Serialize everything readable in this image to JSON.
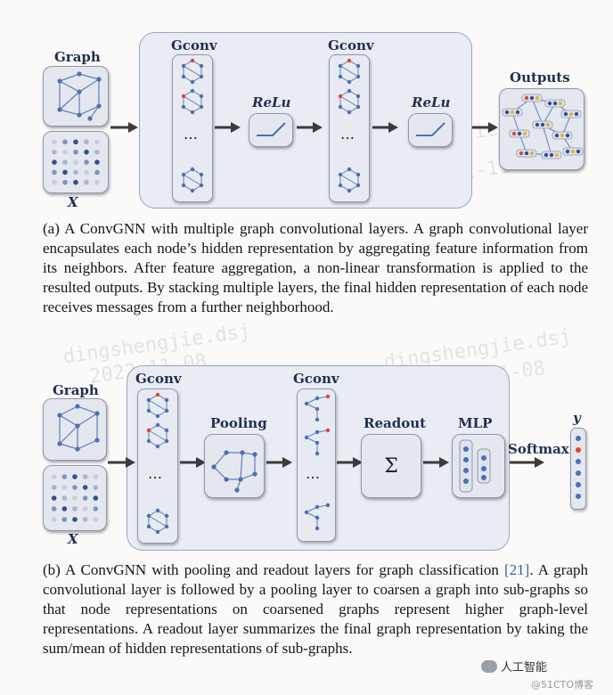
{
  "diagram_a": {
    "graph_label": "Graph",
    "x_label": "X",
    "gconv1_label": "Gconv",
    "relu1_label": "ReLu",
    "gconv2_label": "Gconv",
    "relu2_label": "ReLu",
    "outputs_label": "Outputs",
    "ellipsis": "…"
  },
  "caption_a": {
    "text": "(a) A ConvGNN with multiple graph convolutional layers. A graph convolutional layer encapsulates each node’s hidden representation by aggregating feature information from its neighbors. After feature aggregation, a non-linear transformation is applied to the resulted outputs. By stacking multiple layers, the final hidden representation of each node receives messages from a further neighborhood."
  },
  "diagram_b": {
    "graph_label": "Graph",
    "x_label": "X",
    "gconv1_label": "Gconv",
    "pooling_label": "Pooling",
    "gconv2_label": "Gconv",
    "readout_label": "Readout",
    "readout_symbol": "Σ",
    "mlp_label": "MLP",
    "softmax_label": "Softmax",
    "y_label": "y",
    "ellipsis": "…"
  },
  "caption_b": {
    "before_ref": "(b) A ConvGNN with pooling and readout layers for graph classification ",
    "ref": "[21]",
    "after_ref": ". A graph convolutional layer is followed by a pooling layer to coarsen a graph into sub-graphs so that node representations on coarsened graphs represent higher graph-level representations. A readout layer summarizes the final graph representation by taking the sum/mean of hidden representations of sub-graphs."
  },
  "watermarks": [
    "dingshengjie.dsj",
    "2022-11-08"
  ],
  "brand": {
    "name": "人工智能",
    "sub": "@51CTO博客"
  },
  "colors": {
    "node_blue": "#4a6fb5",
    "node_red": "#d9463a",
    "panel": "#e9ecf3",
    "ref_blue": "#2b63b5"
  }
}
